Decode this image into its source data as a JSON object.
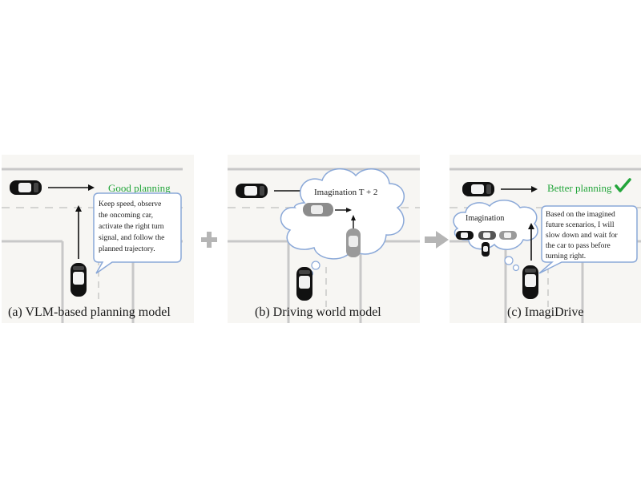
{
  "panel_a": {
    "caption": "(a) VLM-based planning model",
    "badge": "Good planning",
    "bubble_lines": [
      "Keep speed, observe",
      "the oncoming car,",
      "activate the right turn",
      "signal, and follow the",
      "planned trajectory."
    ]
  },
  "panel_b": {
    "caption": "(b) Driving world model",
    "cloud_label": "Imagination T + 2"
  },
  "panel_c": {
    "caption": "(c) ImagiDrive",
    "badge": "Better planning",
    "cloud_label": "Imagination",
    "bubble_lines": [
      "Based on the imagined",
      "future scenarios, I will",
      "slow down and wait for",
      "the car to pass before",
      "turning right."
    ]
  },
  "colors": {
    "road_bg": "#f7f6f3",
    "road_line": "#c8c8c8",
    "green": "#22a53a",
    "bubble_border": "#8aa8d8",
    "gray_symbol": "#b5b5b5"
  },
  "icons": [
    "car-icon",
    "check-icon",
    "plus-icon",
    "right-arrow-icon"
  ]
}
